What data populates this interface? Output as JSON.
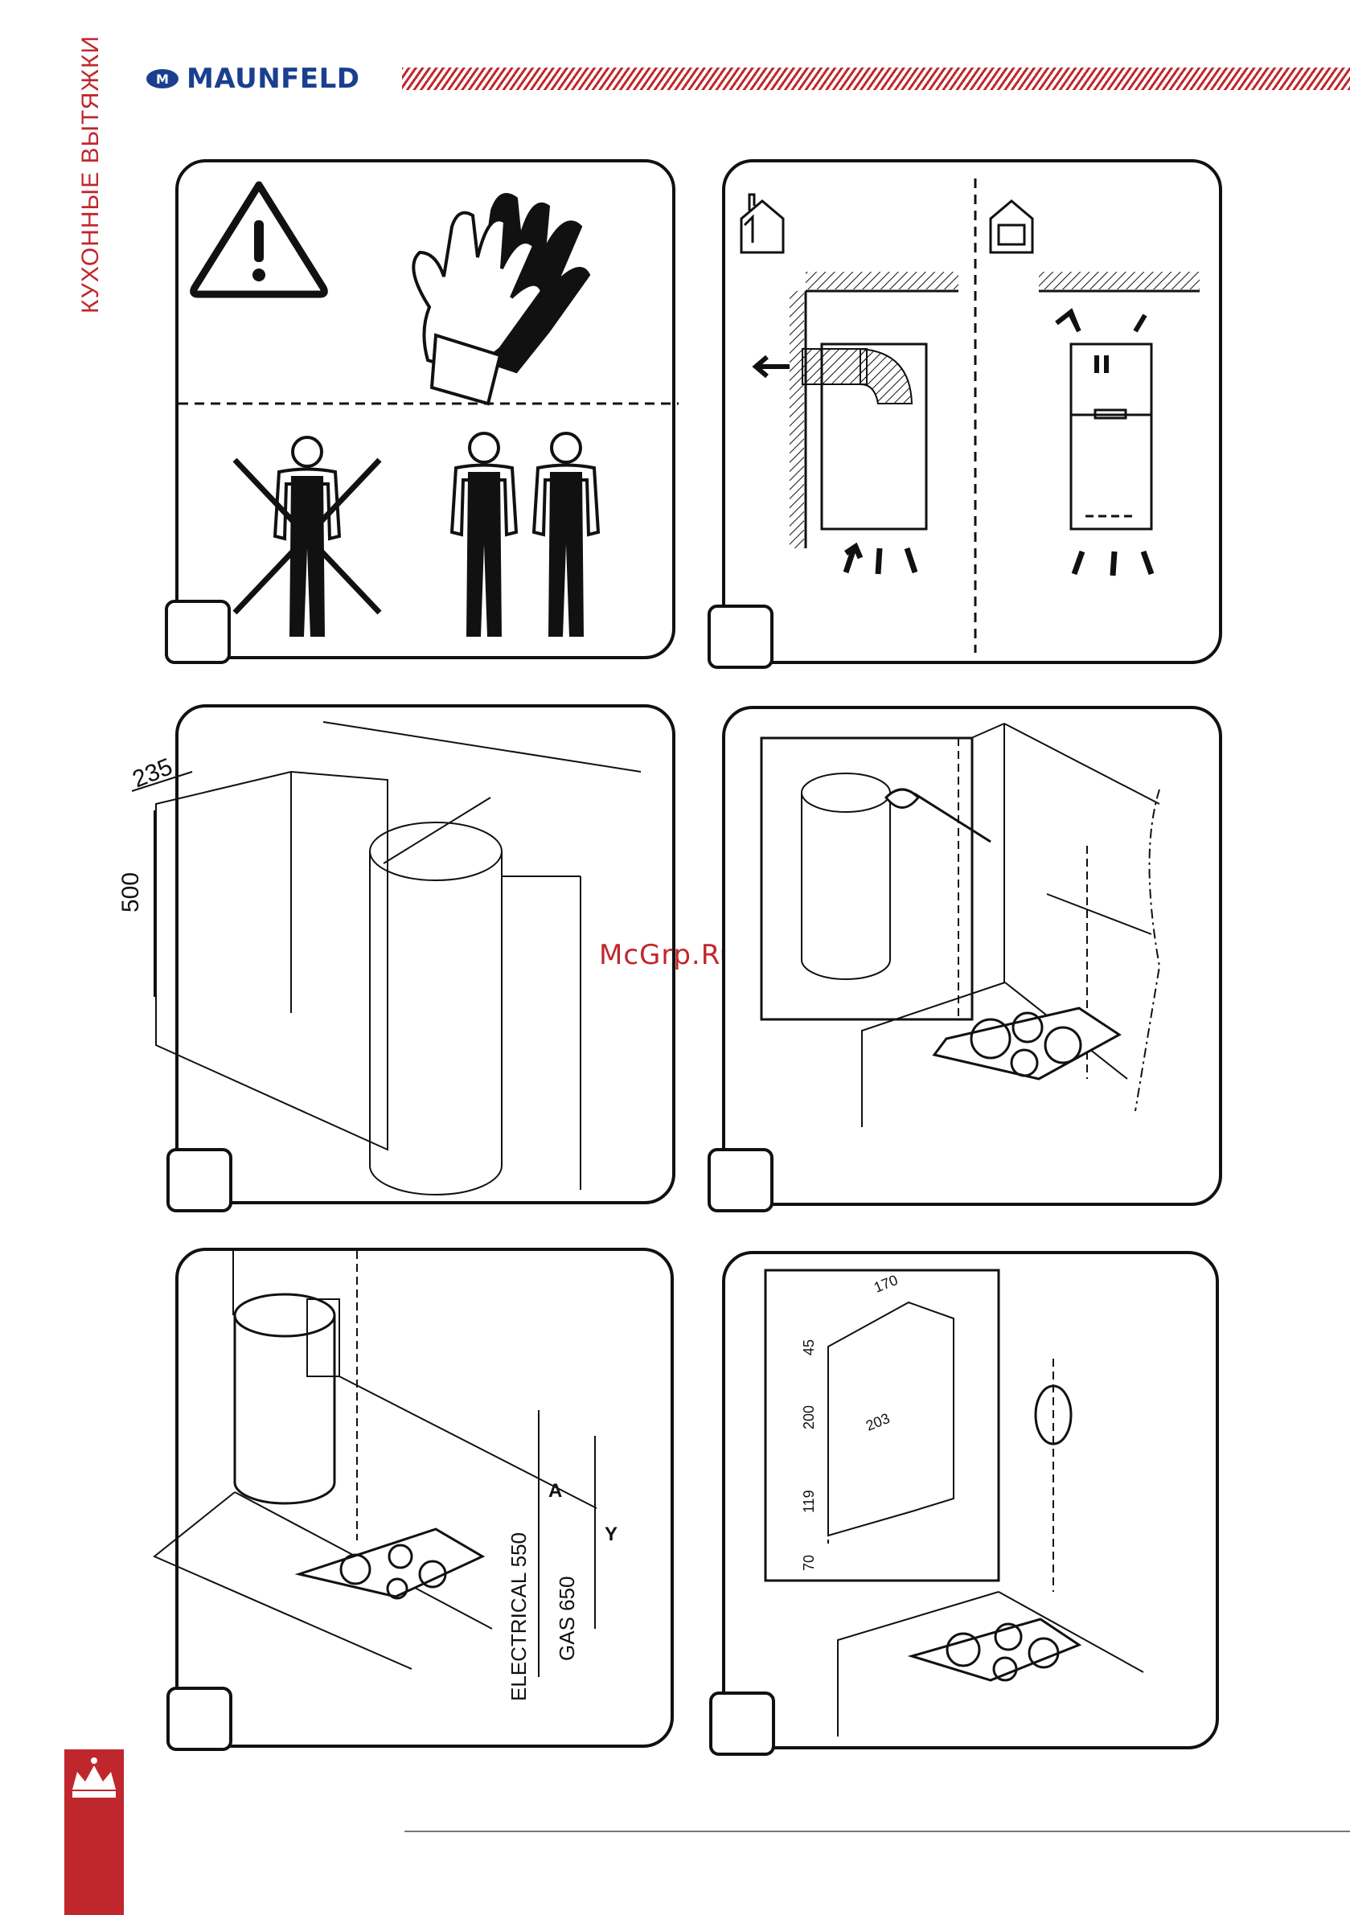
{
  "header": {
    "section_title": "КУХОННЫЕ ВЫТЯЖКИ",
    "brand_name": "MAUNFELD",
    "logo_monogram": "M"
  },
  "watermark": "McGrp.Ru",
  "colors": {
    "accent": "#c0272d",
    "brand": "#1b3f8f",
    "ink": "#111111"
  },
  "icons": [
    "warning-icon",
    "gloves-icon",
    "crossed-worker-icon",
    "workers-icon",
    "house-exhaust-icon",
    "house-recirculation-icon",
    "crown-crest-icon"
  ],
  "dimensions": {
    "hood_width": "235",
    "hood_height": "500",
    "label_a": "A",
    "label_y": "Y",
    "electrical": "ELECTRICAL 550",
    "gas": "GAS 650",
    "template_170": "170",
    "template_45": "45",
    "template_200": "200",
    "template_203": "203",
    "template_119": "119",
    "template_70": "70"
  }
}
